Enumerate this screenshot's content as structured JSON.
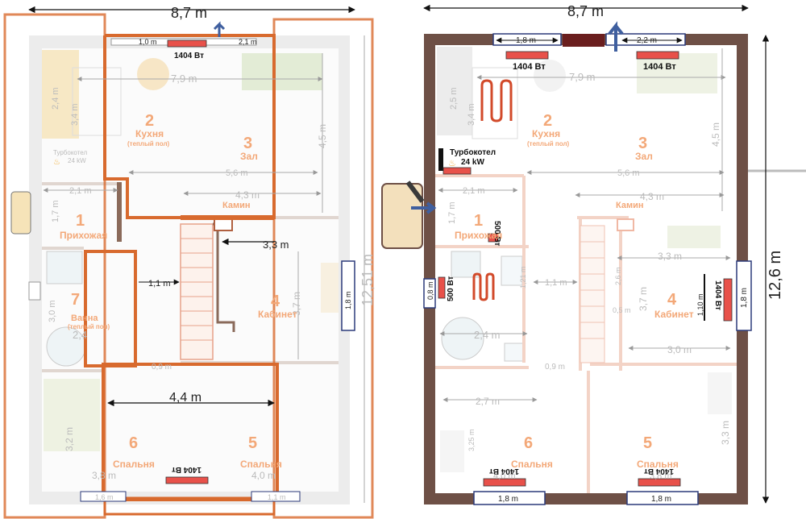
{
  "left_plan": {
    "top_width": "8,7 m",
    "right_height": "12,51 m",
    "window_top_left": "1,0 m",
    "window_top_right": "2,1 m",
    "heater_top": "1404 Вт",
    "dim_79": "7,9 m",
    "dim_24": "2,4 m",
    "dim_34": "3,4 m",
    "dim_45": "4,5 m",
    "dim_56": "5,6 m",
    "dim_43": "4,3 m",
    "dim_21": "2,1 m",
    "dim_17": "1,7 m",
    "dim_33": "3,3 m",
    "dim_11": "1,1 m",
    "dim_37": "3,7 m",
    "dim_18": "1,8 m",
    "dim_30": "3,0 m",
    "dim_2x": "2,4",
    "dim_44": "4,4 m",
    "dim_32": "3,2 m",
    "dim_38": "3,8 m",
    "dim_40": "4,0 m",
    "dim_09": "0,9 m",
    "dim_16": "1,6 m",
    "dim_11b": "1,1 m",
    "boiler_label": "Турбокотел",
    "boiler_power": "24 kW",
    "heater_bottom": "1404 Вт",
    "rooms": {
      "r2_num": "2",
      "r2_name": "Кухня",
      "r2_sub": "(теплый пол)",
      "r3_num": "3",
      "r3_name": "Зал",
      "r3_sub": "Камин",
      "r1_num": "1",
      "r1_name": "Прихожая",
      "r4_num": "4",
      "r4_name": "Кабинет",
      "r7_num": "7",
      "r7_name": "Ванна",
      "r7_sub": "(теплый пол)",
      "r6_num": "6",
      "r6_name": "Спальня",
      "r5_num": "5",
      "r5_name": "Спальня"
    }
  },
  "right_plan": {
    "top_width": "8,7 m",
    "right_height": "12,6 m",
    "window_top_left": "1,8 m",
    "window_top_right": "2,2 m",
    "heater_top_left": "1404 Вт",
    "heater_top_right": "1404 Вт",
    "dim_79": "7,9 m",
    "dim_25": "2,5 m",
    "dim_34": "3,4 m",
    "dim_45": "4,5 m",
    "dim_56": "5,6 m",
    "dim_43": "4,3 m",
    "dim_21": "2,1 m",
    "dim_17": "1,7 m",
    "dim_33": "3,3 m",
    "dim_11": "1,1 m",
    "dim_121": "1,21 m",
    "dim_26": "2,6 m",
    "dim_37": "3,7 m",
    "dim_05": "0,5 m",
    "dim_110": "1,10 m",
    "dim_18_side": "1,8 m",
    "dim_08": "0,8 m",
    "dim_24": "2,4 m",
    "dim_30": "3,0 m",
    "dim_09": "0,9 m",
    "dim_27": "2,7 m",
    "dim_325": "3,25 m",
    "dim_40": "4,0 m",
    "dim_38": "3,8 m",
    "dim_33b": "3,3 m",
    "bottom_window_left": "1,8 m",
    "bottom_window_right": "1,8 m",
    "boiler_label": "Турбокотел",
    "boiler_power": "24 kW",
    "heater_hall": "500 Вт",
    "heater_bath": "500 Вт",
    "heater_cabinet": "1404 Вт",
    "heater_bottom_left": "1404 Вт",
    "heater_bottom_right": "1404 Вт",
    "rooms": {
      "r2_num": "2",
      "r2_name": "Кухня",
      "r2_sub": "(теплый пол)",
      "r3_num": "3",
      "r3_name": "Зал",
      "r3_sub": "Камин",
      "r1_num": "1",
      "r1_name": "Прихожая",
      "r4_num": "4",
      "r4_name": "Кабинет",
      "r6_num": "6",
      "r6_name": "Спальня",
      "r5_num": "5",
      "r5_name": "Спальня"
    }
  },
  "colors": {
    "outline": "#d86a2e",
    "wall": "#6e5046",
    "heater": "#e8514a",
    "window": "#2b3a7a",
    "arrow": "#3f5f9f"
  }
}
